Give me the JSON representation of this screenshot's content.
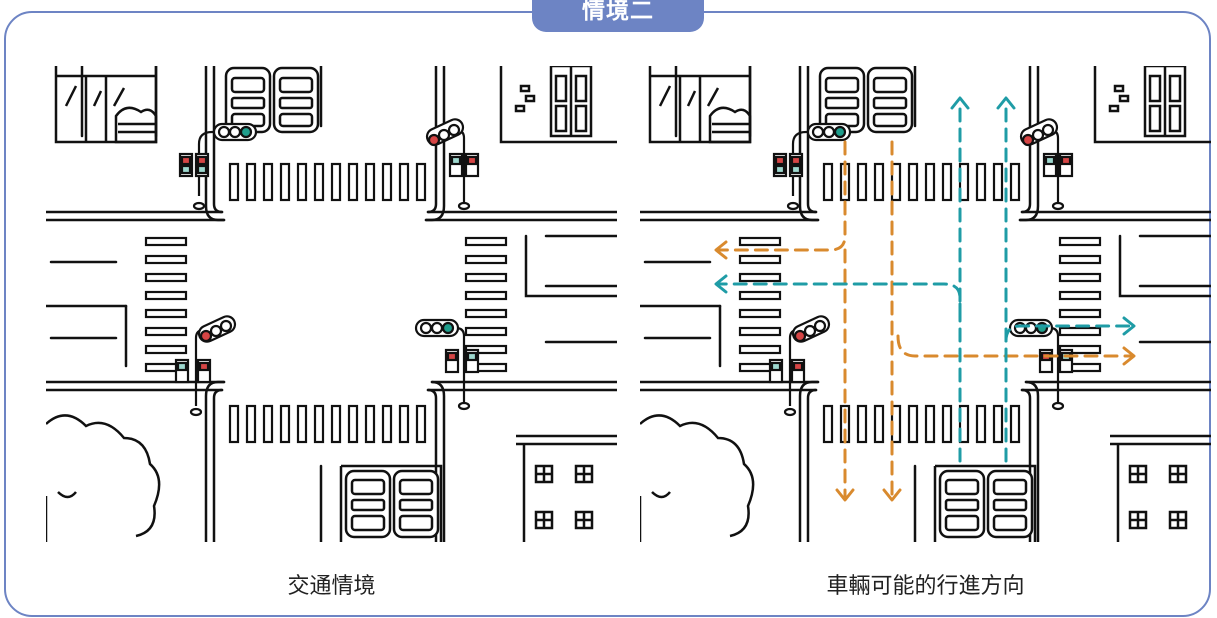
{
  "header": {
    "title": "情境二"
  },
  "panels": [
    {
      "caption": "交通情境"
    },
    {
      "caption": "車輛可能的行進方向"
    }
  ],
  "colors": {
    "frame": "#6d84c4",
    "orange_path": "#d98a2e",
    "teal_path": "#1f9ca6",
    "green_light": "#1f9e8c",
    "red_light": "#d64545"
  },
  "icons": [
    "traffic-light-icon",
    "car-icon",
    "tree-icon",
    "building-icon",
    "arrow-icon"
  ]
}
